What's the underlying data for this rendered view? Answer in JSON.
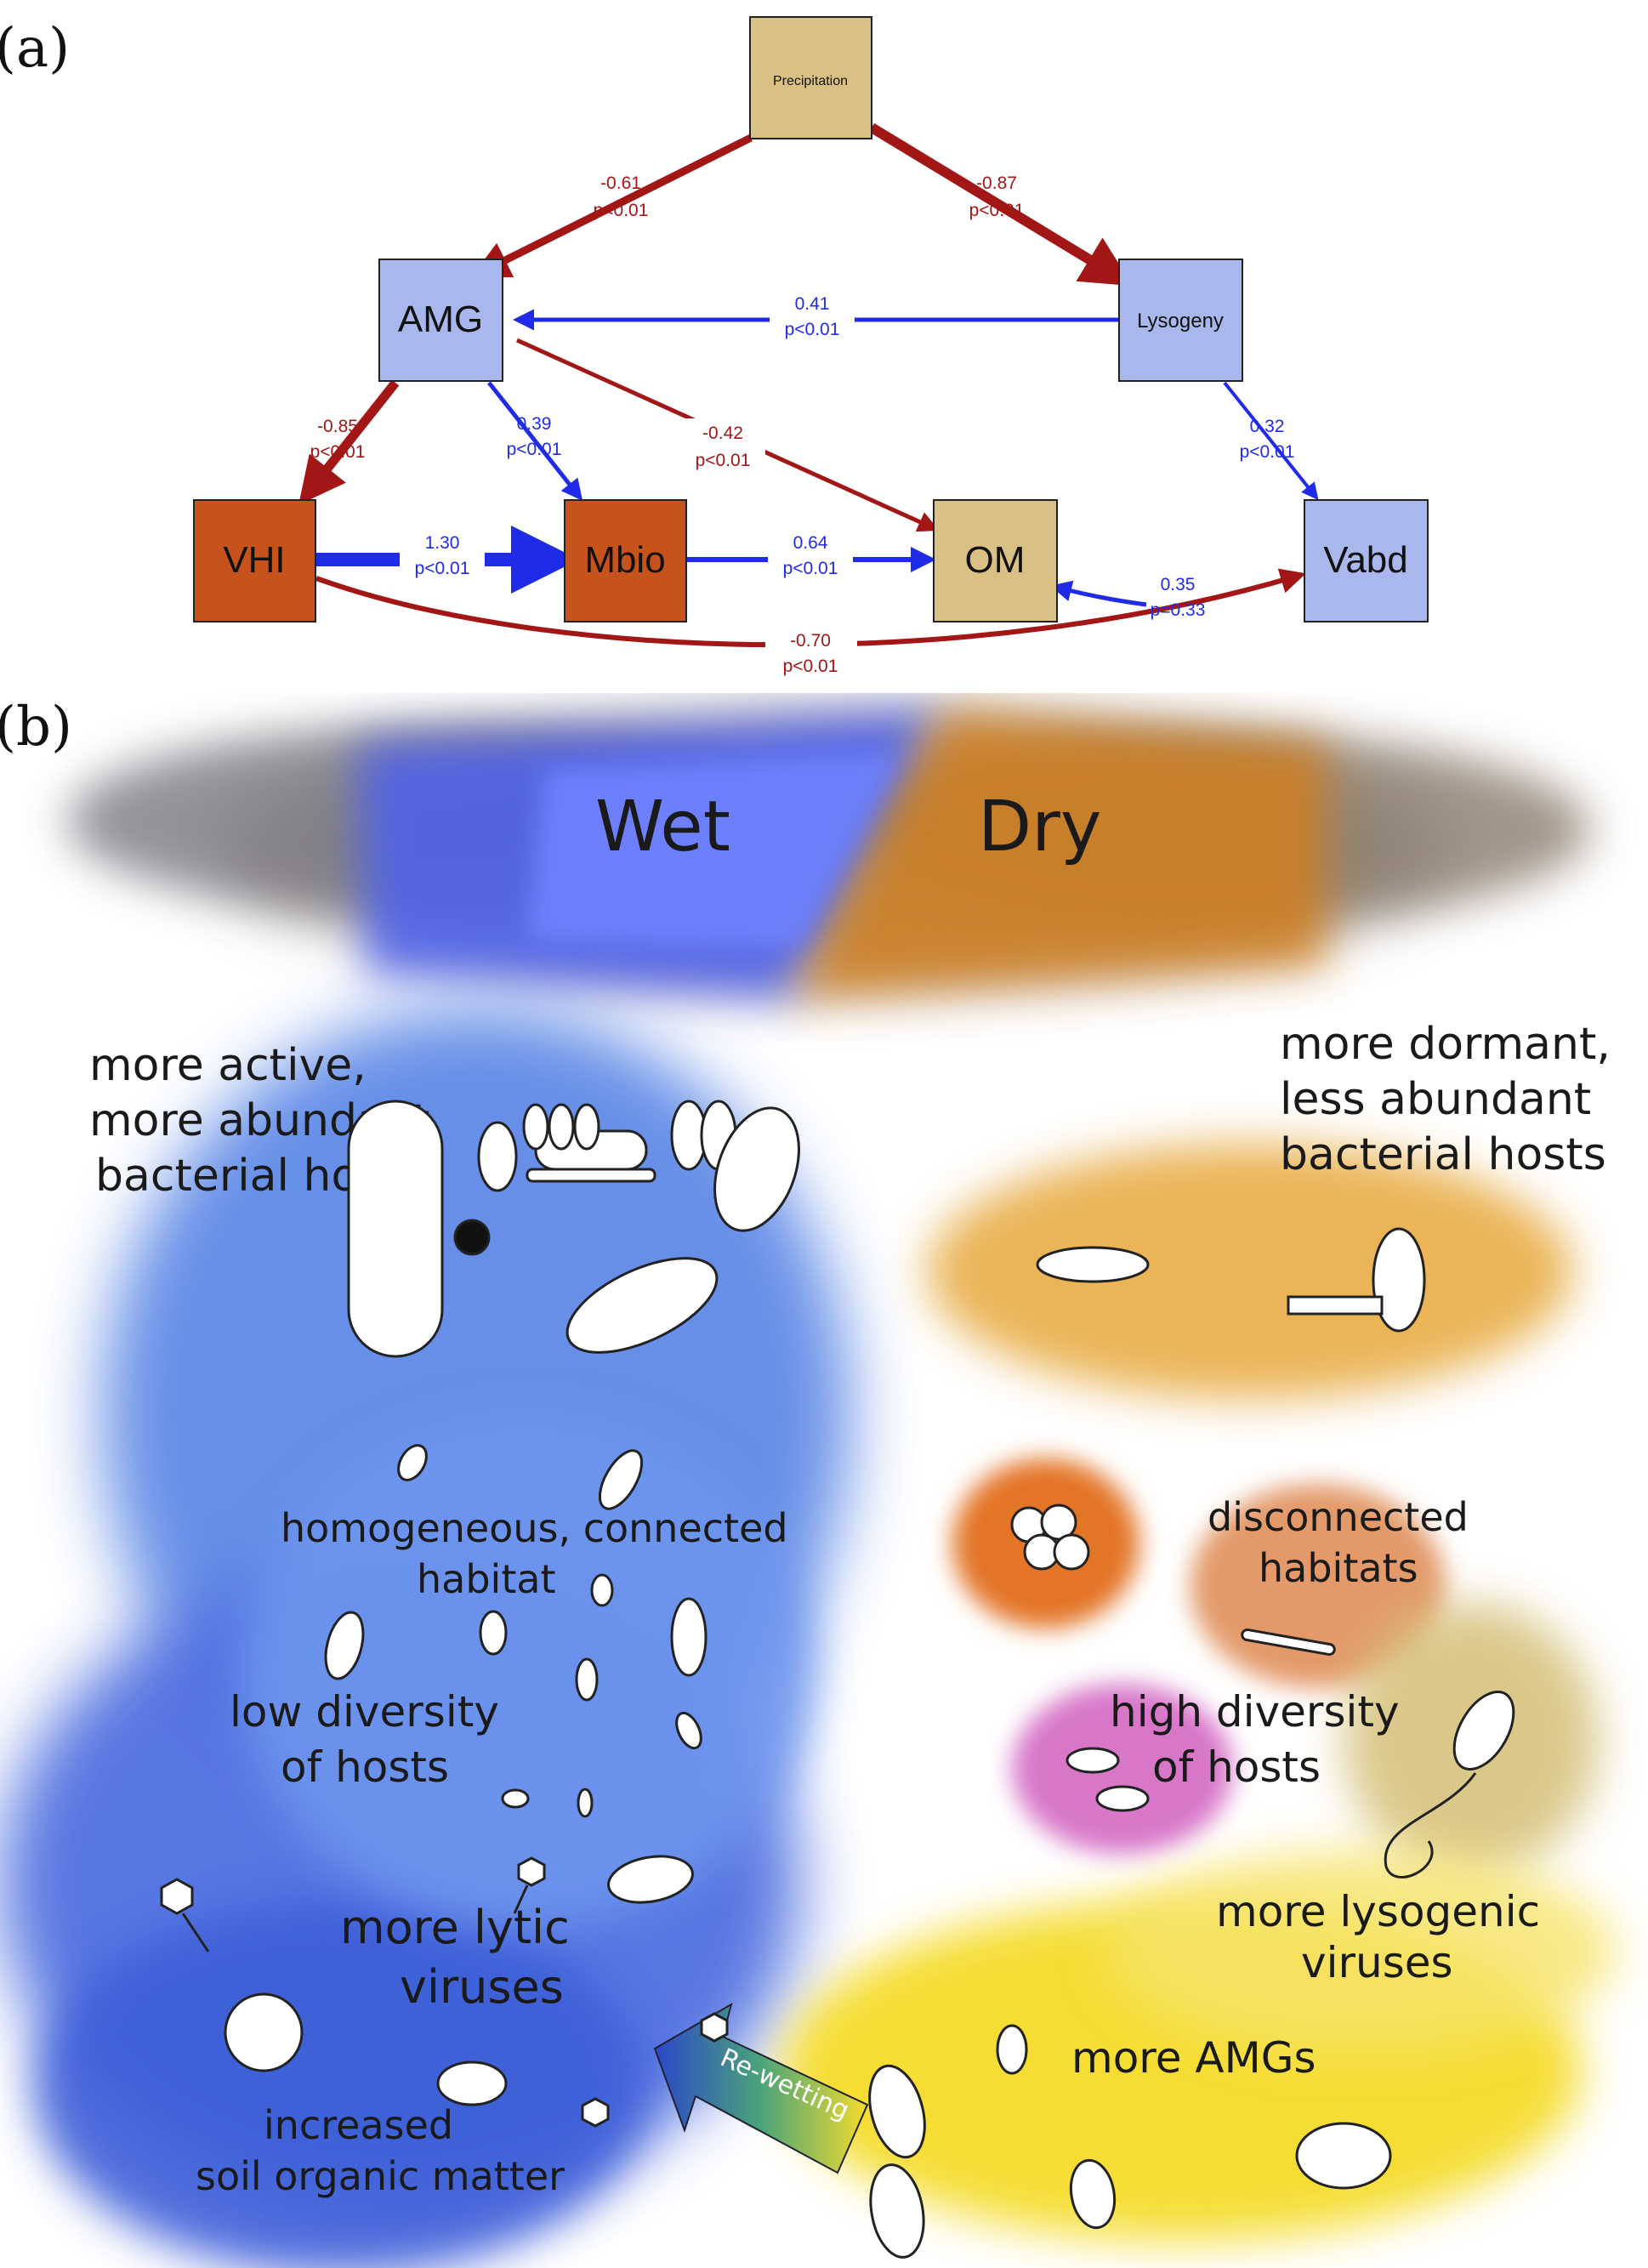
{
  "panel_a": {
    "label": "(a)",
    "nodes": {
      "precipitation": "Precipitation",
      "amg": "AMG",
      "lysogeny": "Lysogeny",
      "vhi": "VHI",
      "mbio": "Mbio",
      "om": "OM",
      "vabd": "Vabd"
    },
    "edges": [
      {
        "id": "precip-amg",
        "coef": "-0.61",
        "p": "p<0.01",
        "color": "#a31616"
      },
      {
        "id": "precip-lyso",
        "coef": "-0.87",
        "p": "p<0.01",
        "color": "#a31616"
      },
      {
        "id": "lyso-amg",
        "coef": "0.41",
        "p": "p<0.01",
        "color": "#1f2be6"
      },
      {
        "id": "amg-vhi",
        "coef": "-0.85",
        "p": "p<0.01",
        "color": "#a31616"
      },
      {
        "id": "amg-mbio",
        "coef": "0.39",
        "p": "p<0.01",
        "color": "#1f2be6"
      },
      {
        "id": "amg-om",
        "coef": "-0.42",
        "p": "p<0.01",
        "color": "#a31616"
      },
      {
        "id": "lyso-vabd",
        "coef": "0.32",
        "p": "p<0.01",
        "color": "#1f2be6"
      },
      {
        "id": "vhi-mbio",
        "coef": "1.30",
        "p": "p<0.01",
        "color": "#1f2be6"
      },
      {
        "id": "mbio-om",
        "coef": "0.64",
        "p": "p<0.01",
        "color": "#1f2be6"
      },
      {
        "id": "vabd-om",
        "coef": "0.35",
        "p": "p=0.33",
        "color": "#1f2be6"
      },
      {
        "id": "vhi-vabd",
        "coef": "-0.70",
        "p": "p<0.01",
        "color": "#a31616"
      }
    ],
    "colors": {
      "tan": "#d9c084",
      "light_blue": "#a8b8ec",
      "rust": "#c7531c",
      "negative": "#a31616",
      "positive": "#1f2be6"
    }
  },
  "panel_b": {
    "label": "(b)",
    "wet": "Wet",
    "dry": "Dry",
    "wet_hosts": [
      "more active,",
      "more abundant",
      "bacterial hosts"
    ],
    "dry_hosts": [
      "more dormant,",
      "less abundant",
      "bacterial hosts"
    ],
    "wet_habitat": [
      "homogeneous, connected",
      "habitat"
    ],
    "dry_habitat": [
      "disconnected",
      "habitats"
    ],
    "wet_diversity": [
      "low diversity",
      "of hosts"
    ],
    "dry_diversity": [
      "high diversity",
      "of hosts"
    ],
    "wet_viruses": [
      "more lytic",
      "viruses"
    ],
    "dry_viruses": [
      "more lysogenic",
      "viruses"
    ],
    "amgs": "more AMGs",
    "organic_matter": [
      "increased",
      "soil organic matter"
    ],
    "rewetting": "Re-wetting",
    "colors": {
      "wet_blue": "#4f78e4",
      "dry_orange": "#d6841e",
      "host_orange": "#e9b150",
      "yellow": "#f5dc2c",
      "pink": "#d670c6",
      "clay_orange": "#e37525"
    }
  }
}
